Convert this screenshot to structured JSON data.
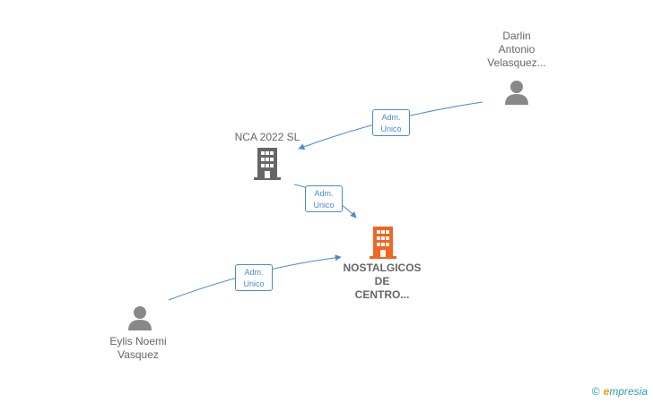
{
  "nodes": {
    "darlin": {
      "label_lines": [
        "Darlin",
        "Antonio",
        "Velasquez..."
      ],
      "kind": "person"
    },
    "nca": {
      "label": "NCA 2022  SL",
      "kind": "company"
    },
    "nostalgicos": {
      "label_lines": [
        "NOSTALGICOS",
        "DE",
        "CENTRO..."
      ],
      "kind": "company-main"
    },
    "eylis": {
      "label_lines": [
        "Eylis Noemi",
        "Vasquez"
      ],
      "kind": "person"
    }
  },
  "edges": [
    {
      "from": "darlin",
      "to": "nca",
      "role_lines": [
        "Adm.",
        "Unico"
      ]
    },
    {
      "from": "nca",
      "to": "nostalgicos",
      "role_lines": [
        "Adm.",
        "Unico"
      ]
    },
    {
      "from": "eylis",
      "to": "nostalgicos",
      "role_lines": [
        "Adm.",
        "Unico"
      ]
    }
  ],
  "footer": {
    "copyright_symbol": "©",
    "brand_initial": "e",
    "brand_rest": "mpresia"
  },
  "colors": {
    "edge": "#4a8ad4",
    "person": "#888888",
    "company": "#666666",
    "main_company": "#f26522"
  }
}
